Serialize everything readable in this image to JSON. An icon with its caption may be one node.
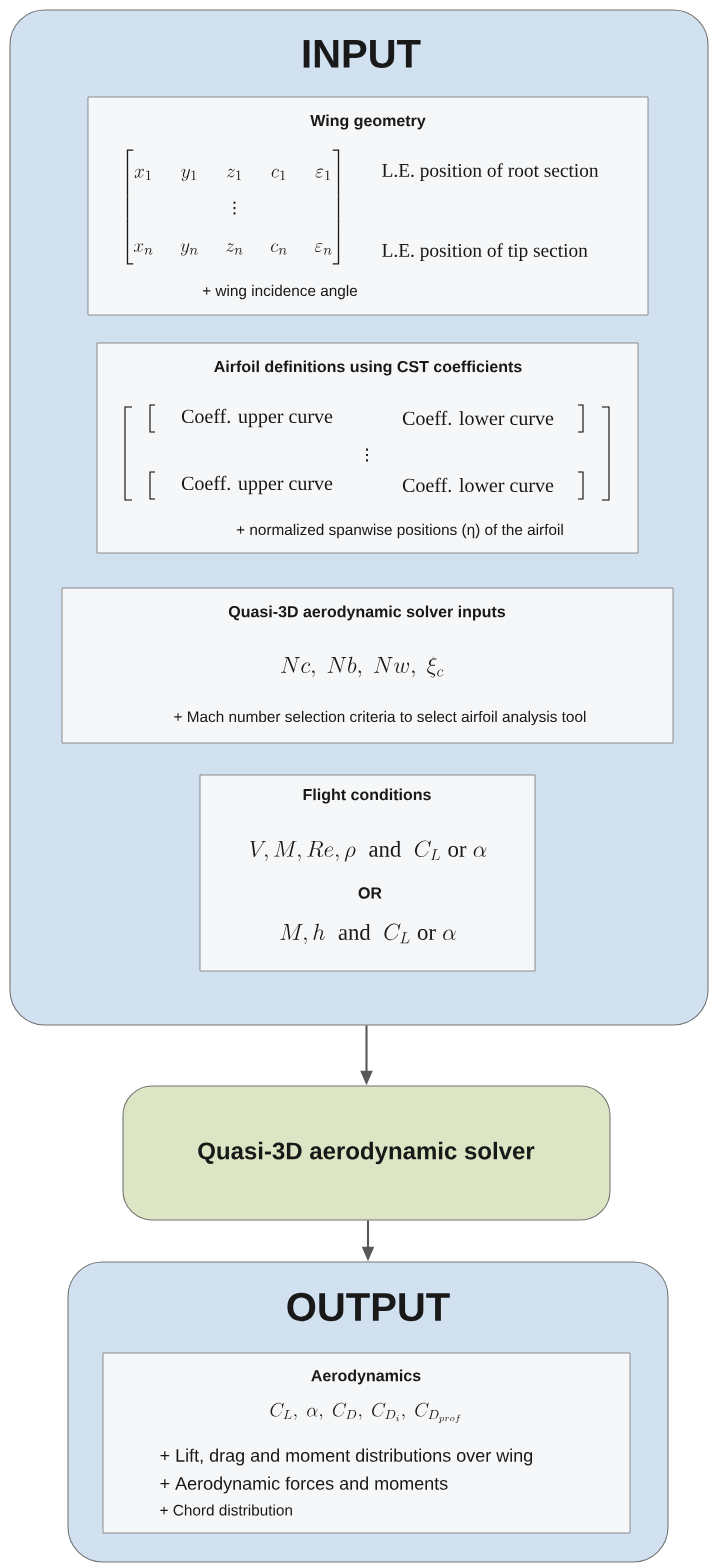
{
  "diagram": {
    "nodes": [
      {
        "text": [
          "INPUT"
        ]
      },
      {
        "text": [
          "Wing geometry",
          "\\begin{bmatrix} x_1 & y_1 & z_1 & c_1 & \\varepsilon_1 \\\\ & & \\vdots & & \\\\ x_n & y_n & z_n & c_n & \\varepsilon_n \\end{bmatrix}",
          "L.E. position of root section",
          "L.E. position of tip section",
          "+ wing incidence angle"
        ],
        "in": 0
      },
      {
        "text": [
          "Airfoil definitions using CST coefficients",
          "Coeff. upper curve",
          "Coeff. lower curve",
          "\\vdots",
          "Coeff. upper curve",
          "Coeff. lower curve",
          "+ normalized spanwise positions (η) of the airfoil"
        ],
        "in": 0
      },
      {
        "text": [
          "Quasi-3D aerodynamic solver inputs",
          "Nc,\\ Nb,\\ Nw,\\ \\xi_c",
          "+ Mach number selection criteria to select airfoil analysis tool"
        ],
        "in": 0
      },
      {
        "text": [
          "Flight conditions",
          "V, M, Re, \\rho\\ \\ \\mathrm{and}\\ \\ C_L\\ \\mathrm{or}\\ \\alpha",
          "OR",
          "M, h\\ \\ \\mathrm{and}\\ \\ C_L\\ \\mathrm{or}\\ \\alpha"
        ],
        "in": 0
      },
      {
        "text": [
          "Quasi-3D aerodynamic solver"
        ]
      },
      {
        "text": [
          "OUTPUT"
        ]
      },
      {
        "text": [
          "Aerodynamics",
          "C_L,\\ \\alpha,\\ C_D,\\ C_{D_i},\\ C_{D_{prof}}",
          "+ Lift, drag and moment distributions over wing",
          "+ Aerodynamic forces and moments",
          "+ Chord distribution"
        ],
        "in": 6
      }
    ],
    "edges": [
      {
        "from": 0,
        "to": 5,
        "arrow": "to"
      },
      {
        "from": 5,
        "to": 6,
        "arrow": "to"
      }
    ]
  }
}
